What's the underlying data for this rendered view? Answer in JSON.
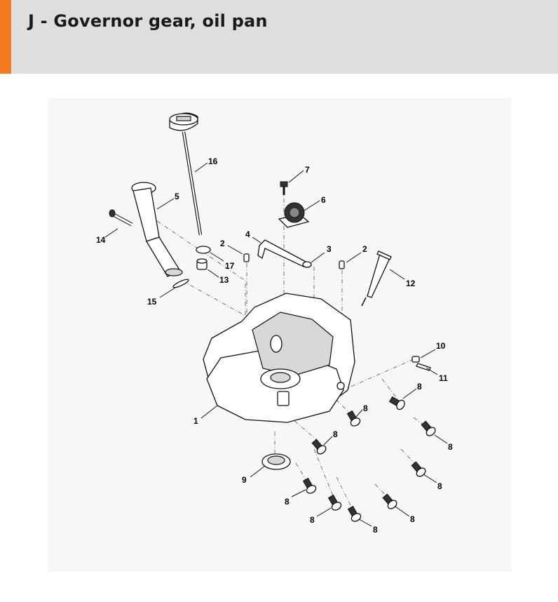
{
  "header": {
    "title": "J - Governor gear, oil pan",
    "accent_color": "#f37a1f",
    "background_color": "#dedede"
  },
  "callouts": {
    "c1": "1",
    "c2a": "2",
    "c2b": "2",
    "c3": "3",
    "c4": "4",
    "c5": "5",
    "c6": "6",
    "c7": "7",
    "c8a": "8",
    "c8b": "8",
    "c8c": "8",
    "c8d": "8",
    "c8e": "8",
    "c8f": "8",
    "c8g": "8",
    "c8h": "8",
    "c8i": "8",
    "c9": "9",
    "c10": "10",
    "c11": "11",
    "c12": "12",
    "c13": "13",
    "c14": "14",
    "c15": "15",
    "c16": "16",
    "c17": "17"
  }
}
